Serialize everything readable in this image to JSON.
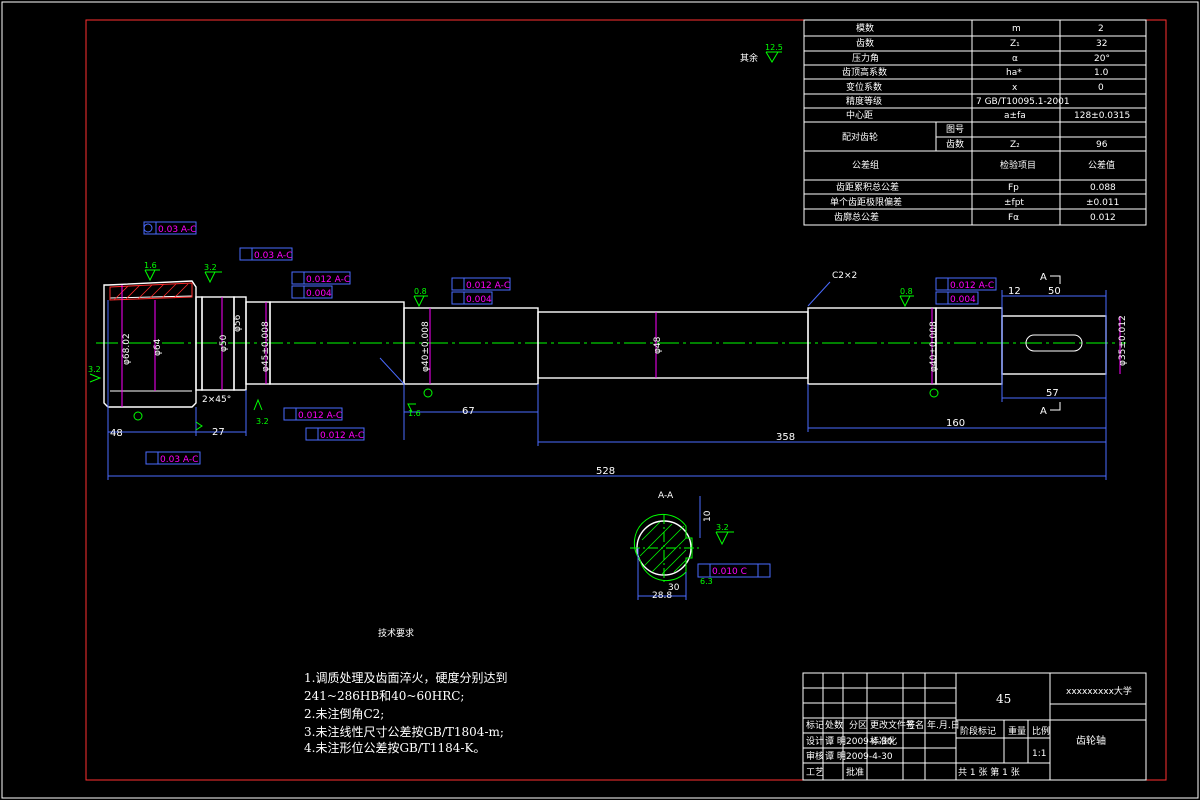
{
  "param_table": {
    "rows": [
      {
        "name": "模数",
        "symbol": "m",
        "value": "2"
      },
      {
        "name": "齿数",
        "symbol": "Z₁",
        "value": "32"
      },
      {
        "name": "压力角",
        "symbol": "α",
        "value": "20°"
      },
      {
        "name": "齿顶高系数",
        "symbol": "ha*",
        "value": "1.0"
      },
      {
        "name": "变位系数",
        "symbol": "x",
        "value": "0"
      },
      {
        "name": "精度等级",
        "symbol": "7 GB/T10095.1-2001",
        "value": ""
      },
      {
        "name": "中心距",
        "symbol": "a±fa",
        "value": "128±0.0315"
      },
      {
        "name": "配对齿轮",
        "sub1": "图号",
        "sub2": "齿数",
        "symbol": "Z₂",
        "value": "96"
      },
      {
        "name": "公差组",
        "symbol": "检验项目",
        "value": "公差值"
      },
      {
        "name": "齿距累积总公差",
        "symbol": "Fp",
        "value": "0.088"
      },
      {
        "name": "单个齿距极限偏差",
        "symbol": "±fpt",
        "value": "±0.011"
      },
      {
        "name": "齿廓总公差",
        "symbol": "Fα",
        "value": "0.012"
      }
    ]
  },
  "roughness_note": {
    "label": "其余",
    "value": "12.5"
  },
  "annotations": {
    "tol_1": "0.03 A-C",
    "tol_2": "0.03 A-C",
    "tol_3": "0.012 A-C",
    "tol_4": "0.004",
    "tol_5": "0.012 A-C",
    "tol_6": "0.004",
    "tol_7": "0.012 A-C",
    "tol_8": "0.004",
    "tol_9": "0.012 A-C",
    "tol_10": "0.012 A-C",
    "tol_11": "0.03 A-C",
    "tol_12": "0.010 C",
    "chamfer": "2×45°",
    "chamfer2": "C2×2",
    "rough_16": "1.6",
    "rough_3_2": "3.2",
    "rough_0_8a": "0.8",
    "rough_0_8b": "0.8",
    "rough_3_2b": "3.2",
    "rough_1_6c": "1.6",
    "rough_3_2c": "3.2",
    "rough_6_3": "6.3",
    "rough_3_2d": "3.2",
    "dim_d1": "φ68.02",
    "dim_d2": "φ64",
    "dim_d3": "φ50",
    "dim_d4": "φ56",
    "dim_d5": "φ45±0.008",
    "dim_d6": "φ40±0.008",
    "dim_d7": "φ48",
    "dim_d8": "φ40±0.008",
    "dim_d9": "φ35±0.012",
    "len_48": "48",
    "len_27": "27",
    "len_67": "67",
    "len_358": "358",
    "len_160": "160",
    "len_528": "528",
    "len_12": "12",
    "len_50": "50",
    "len_57": "57",
    "section_label": "A-A",
    "sec_A_top": "A",
    "sec_A_bot": "A",
    "sec_w": "10",
    "sec_d1": "28.8",
    "sec_d2": "30"
  },
  "tech_title": "技术要求",
  "tech_notes": [
    "1.调质处理及齿面淬火，硬度分别达到",
    "241~286HB和40~60HRC;",
    "2.未注倒角C2;",
    "3.未注线性尺寸公差按GB/T1804-m;",
    "4.未注形位公差按GB/T1184-K。"
  ],
  "title_block": {
    "material": "45",
    "school": "xxxxxxxxx大学",
    "part_name": "齿轮轴",
    "labels": [
      "标记",
      "处数",
      "分区",
      "更改文件号",
      "签名",
      "年.月.日"
    ],
    "row2": [
      "设计",
      "谭 明",
      "2009-4-30",
      "标准化"
    ],
    "row3": [
      "审核",
      "谭 明",
      "2009-4-30"
    ],
    "row4": [
      "工艺",
      "批准"
    ],
    "mid_labels": [
      "阶段标记",
      "重量",
      "比例"
    ],
    "scale": "1:1",
    "sheets": "共 1 张 第 1 张"
  }
}
